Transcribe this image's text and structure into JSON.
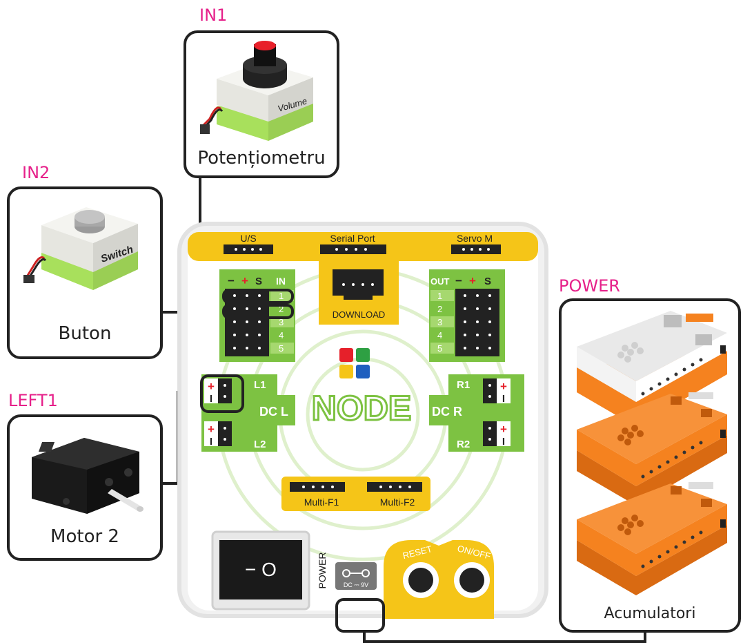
{
  "labels": {
    "in1": "IN1",
    "in2": "IN2",
    "left1": "LEFT1",
    "power": "POWER"
  },
  "modules": {
    "potentiometer": {
      "caption": "Potențiometru",
      "print": "Volume"
    },
    "button": {
      "caption": "Buton",
      "print": "Switch"
    },
    "motor": {
      "caption": "Motor 2"
    },
    "battery": {
      "caption": "Acumulatori"
    }
  },
  "board": {
    "us": "U/S",
    "serial_port": "Serial  Port",
    "servo": "Servo M",
    "download": "DOWNLOAD",
    "in_header": {
      "minus": "−",
      "plus": "+",
      "s": "S",
      "in": "IN"
    },
    "out_header": {
      "out": "OUT",
      "minus": "−",
      "plus": "+",
      "s": "S"
    },
    "port_numbers": [
      "1",
      "2",
      "3",
      "4",
      "5"
    ],
    "l1": "L1",
    "l2": "L2",
    "dcl": "DC L",
    "r1": "R1",
    "r2": "R2",
    "dcr": "DC R",
    "logo": "NODE",
    "multi_f1": "Multi-F1",
    "multi_f2": "Multi-F2",
    "power_label": "POWER",
    "switch_mark": "− O",
    "dc_label": "DC ⎓ 9V",
    "reset": "RESET",
    "onoff": "ON/OFF",
    "pole_plus": "+",
    "pole_minus": "I"
  },
  "colors": {
    "accent_pink": "#e6208a",
    "board_yellow": "#f5c518",
    "board_green": "#7dc242",
    "battery_orange": "#f5821f"
  }
}
